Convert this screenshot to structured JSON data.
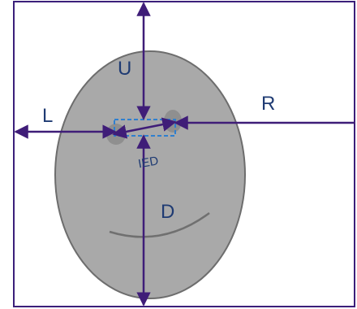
{
  "labels": {
    "up": "U",
    "down": "D",
    "left": "L",
    "right": "R",
    "ied": "IED"
  },
  "colors": {
    "frame": "#3b1f7a",
    "arrow": "#3f1d78",
    "face_fill": "#a9a9a9",
    "face_stroke": "#6d6d6d",
    "eye_fill": "#8f8f8f",
    "ied_box": "#2f7fcf",
    "label": "#1f3b73"
  }
}
